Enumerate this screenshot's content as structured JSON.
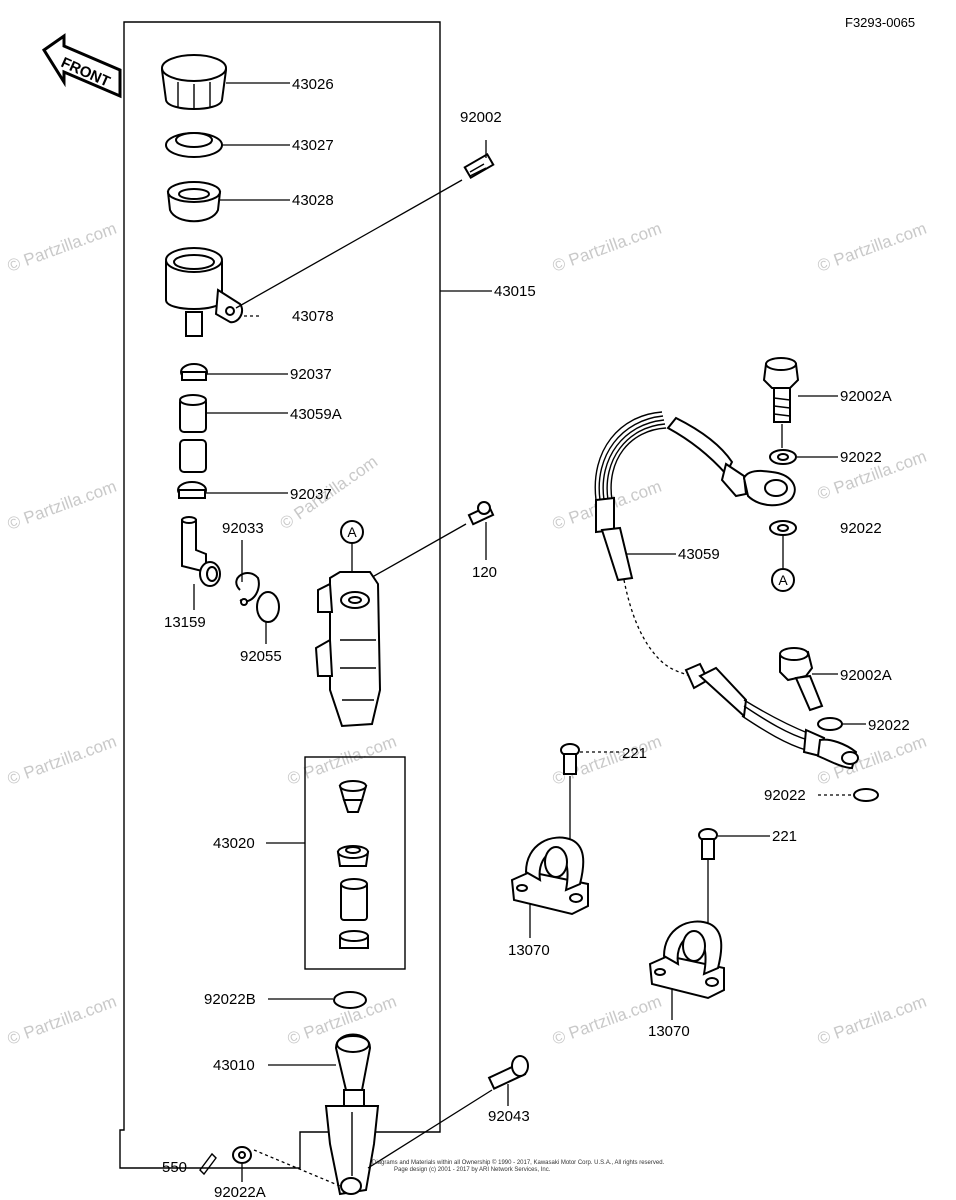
{
  "figure_code": "F3293-0065",
  "front_label": "FRONT",
  "marker_letter": "A",
  "watermark_text": "© Partzilla.com",
  "copyright_lines": [
    "Diagrams and Materials within all Ownership © 1990 - 2017, Kawasaki Motor Corp. U.S.A., All rights reserved.",
    "Page design (c) 2001 - 2017 by ARI Network Services, Inc."
  ],
  "parts": {
    "p43026": "43026",
    "p43027": "43027",
    "p43028": "43028",
    "p43078": "43078",
    "p43015": "43015",
    "p92002": "92002",
    "p92037a": "92037",
    "p43059a": "43059A",
    "p92037b": "92037",
    "p92033": "92033",
    "p13159": "13159",
    "p92055": "92055",
    "p120": "120",
    "p43020": "43020",
    "p92022b": "92022B",
    "p43010": "43010",
    "p92043": "92043",
    "p550": "550",
    "p92022a_bottom": "92022A",
    "p92002a_top": "92002A",
    "p92022_1": "92022",
    "p92022_2": "92022",
    "p43059": "43059",
    "p92002a_mid": "92002A",
    "p92022_3": "92022",
    "p92022_4": "92022",
    "p221_a": "221",
    "p221_b": "221",
    "p13070_a": "13070",
    "p13070_b": "13070"
  }
}
